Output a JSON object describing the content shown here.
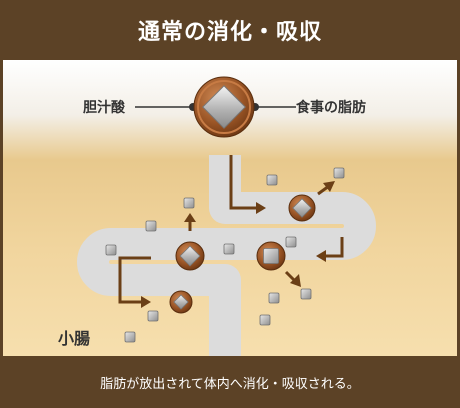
{
  "header": {
    "title": "通常の消化・吸収"
  },
  "labels": {
    "bile_acid": "胆汁酸",
    "dietary_fat": "食事の脂肪",
    "small_intestine": "小腸"
  },
  "footer": {
    "caption": "脂肪が放出されて体内へ消化・吸収される。"
  },
  "colors": {
    "frame": "#5c4226",
    "tube": "#dcdcdc",
    "arrow": "#6b3f16",
    "droplet_ring": "#8b4a1d",
    "particle": "#9a9a9a"
  },
  "icons": {
    "fat_droplet": "diamond-in-circle-icon",
    "particle": "grey-cube-icon",
    "arrow": "flow-arrow-icon"
  }
}
